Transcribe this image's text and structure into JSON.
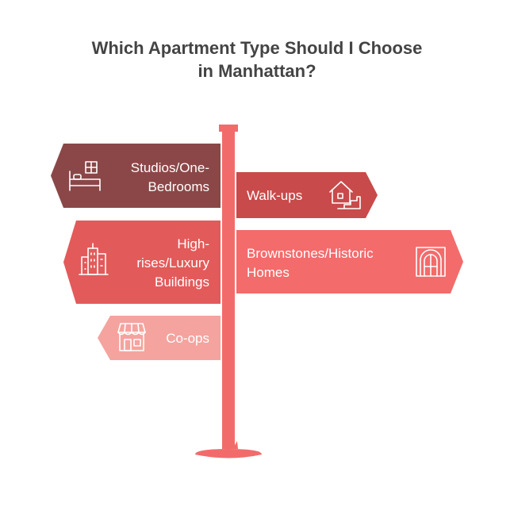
{
  "title": {
    "line1": "Which Apartment Type Should I Choose",
    "line2": "in Manhattan?"
  },
  "colors": {
    "title_text": "#444444",
    "pole": "#f26b6b",
    "studios": "#8b4747",
    "walkups": "#c94a4a",
    "highrises": "#e35a5a",
    "brownstones": "#f36b6b",
    "coops": "#f5a39e"
  },
  "signs": {
    "studios": {
      "line1": "Studios/One-",
      "line2": "Bedrooms",
      "icon": "bed-window-icon"
    },
    "walkups": {
      "line1": "Walk-ups",
      "icon": "house-stairs-icon"
    },
    "highrises": {
      "line1": "High-",
      "line2": "rises/Luxury",
      "line3": "Buildings",
      "icon": "skyscraper-icon"
    },
    "brownstones": {
      "line1": "Brownstones/Historic",
      "line2": "Homes",
      "icon": "arched-doorway-icon"
    },
    "coops": {
      "line1": "Co-ops",
      "icon": "storefront-icon"
    }
  }
}
